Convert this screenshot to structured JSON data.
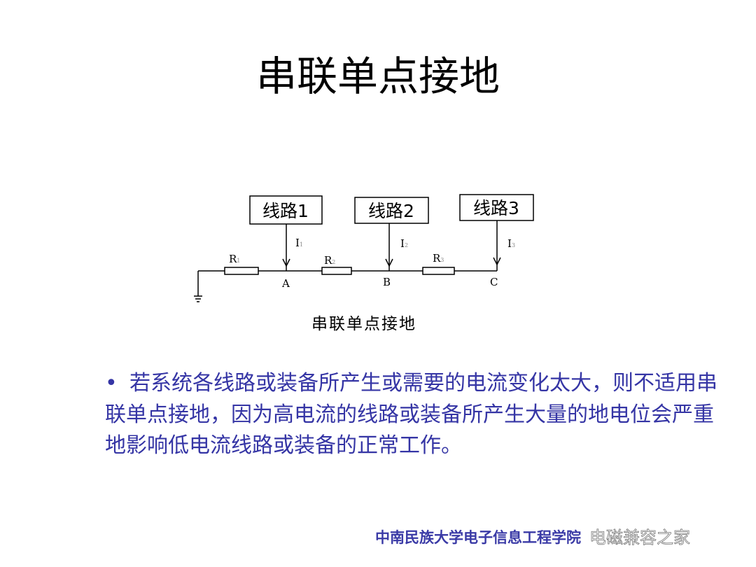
{
  "title": "串联单点接地",
  "diagram": {
    "boxes": [
      "线路1",
      "线路2",
      "线路3"
    ],
    "currents": [
      "I",
      "I",
      "I"
    ],
    "current_subs": [
      "1",
      "2",
      "3"
    ],
    "resistors": [
      "R",
      "R",
      "R"
    ],
    "resistor_subs": [
      "1",
      "2",
      "3"
    ],
    "nodes": [
      "A",
      "B",
      "C"
    ],
    "caption": "串联单点接地"
  },
  "bullet": {
    "marker": "•",
    "text": "若系统各线路或装备所产生或需要的电流变化太大，则不适用串联单点接地，因为高电流的线路或装备所产生大量的地电位会严重地影响低电流线路或装备的正常工作。"
  },
  "footer": "中南民族大学电子信息工程学院",
  "watermark": "电磁兼容之家"
}
